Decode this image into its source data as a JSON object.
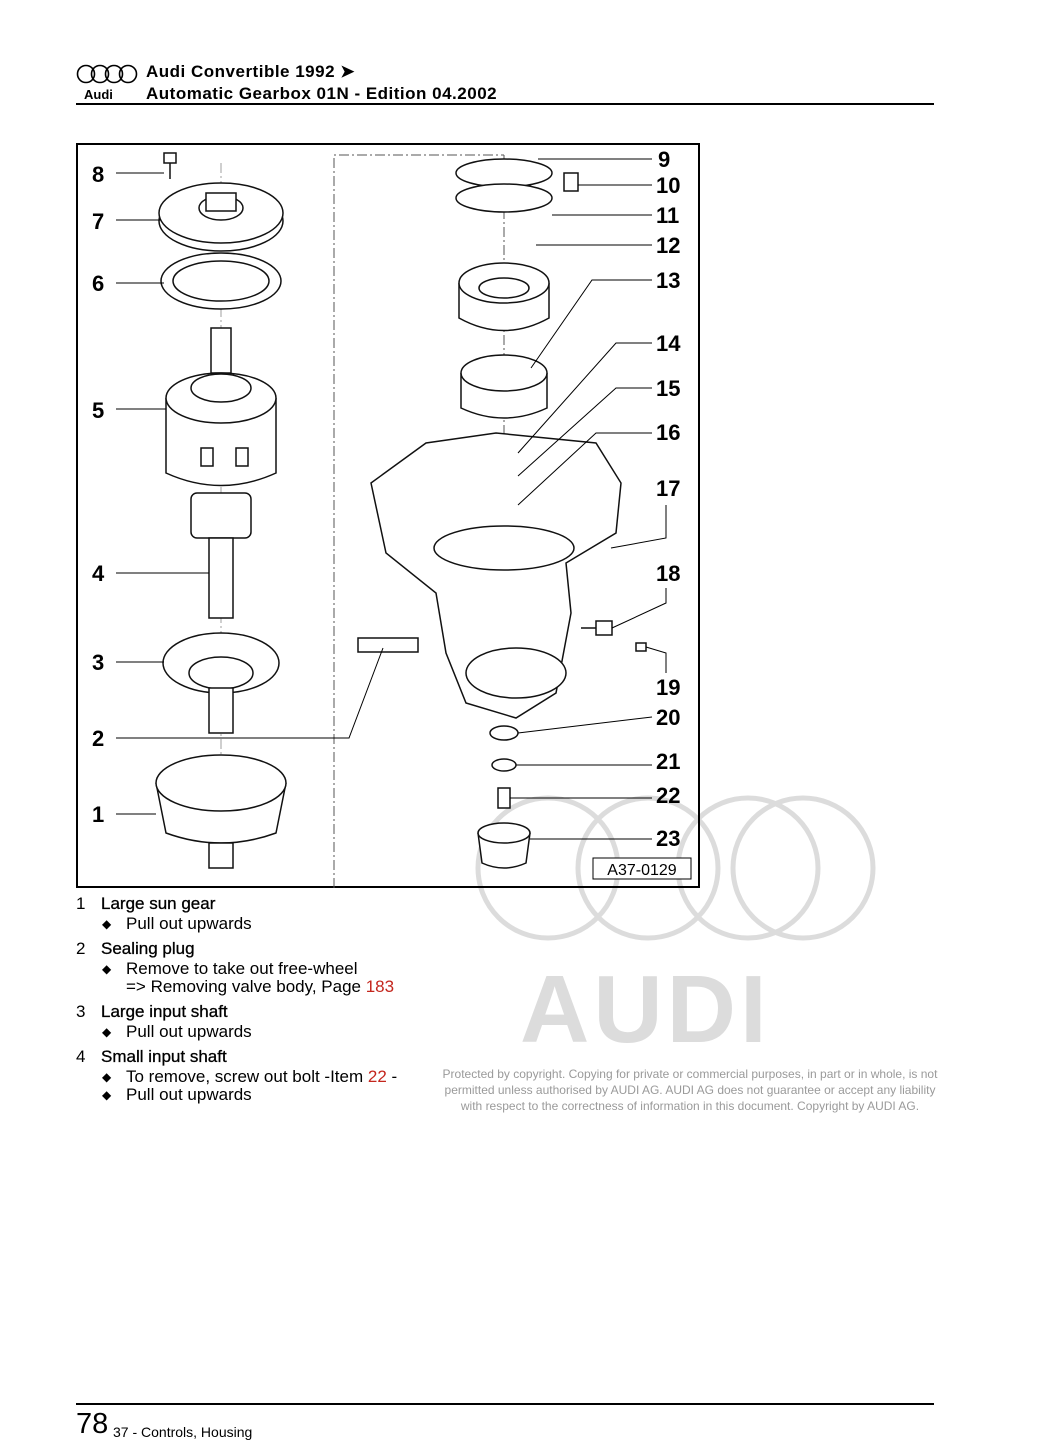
{
  "header": {
    "logo_text": "Audi",
    "title_line1": "Audi Convertible 1992 ➤",
    "title_line2": "Automatic Gearbox 01N - Edition 04.2002"
  },
  "figure": {
    "code": "A37-0129",
    "callouts": [
      "1",
      "2",
      "3",
      "4",
      "5",
      "6",
      "7",
      "8",
      "9",
      "10",
      "11",
      "12",
      "13",
      "14",
      "15",
      "16",
      "17",
      "18",
      "19",
      "20",
      "21",
      "22",
      "23"
    ]
  },
  "items": [
    {
      "num": "1",
      "title": "Large sun gear",
      "bullets": [
        [
          "Pull out upwards"
        ]
      ]
    },
    {
      "num": "2",
      "title": "Sealing plug",
      "bullets": [
        [
          "Remove to take out free-wheel",
          "=> Removing valve body, Page "
        ]
      ],
      "link": "183"
    },
    {
      "num": "3",
      "title": "Large input shaft",
      "bullets": [
        [
          "Pull out upwards"
        ]
      ]
    },
    {
      "num": "4",
      "title": "Small input shaft",
      "bullets": [
        [
          "To remove, screw out bolt -Item "
        ],
        [
          "Pull out upwards"
        ]
      ],
      "item_ref": "22",
      "item_ref_suffix": " -"
    }
  ],
  "watermark": {
    "text": "AUDI",
    "copyright": [
      "Protected by copyright. Copying for private or commercial purposes, in part or in whole, is not",
      "permitted unless authorised by AUDI AG. AUDI AG does not guarantee or accept any liability",
      "with respect to the correctness of information in this document. Copyright by AUDI AG."
    ]
  },
  "footer": {
    "page_number": "78",
    "section": "37 - Controls, Housing"
  }
}
